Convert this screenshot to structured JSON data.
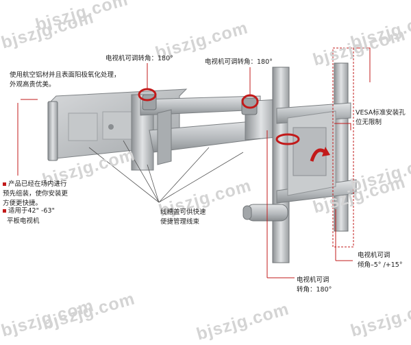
{
  "watermark": "bjszjg.com",
  "annotations": {
    "material": "使用航空铝材并且表面阳极氧化处理，外观高贵优美。",
    "rotate_left": "电视机可调转角：180°",
    "rotate_right": "电视机可调转角：180°",
    "vesa": "VESA标准安装孔位无限制",
    "preassembled": "产品已经在场内进行预先组装，使你安装更方便更快捷。",
    "fits_size": "适用于42\" -63\"",
    "fits_type": "平板电视机",
    "cable": "线槽盖可供快速便捷管理线束",
    "tilt_line1": "电视机可调",
    "tilt_line2": "倾角–5° /+15°",
    "swivel_line1": "电视机可调",
    "swivel_line2": "转角：180°"
  },
  "colors": {
    "accent": "#c21a1a",
    "metal": "#b9bcbf",
    "text": "#222222"
  }
}
